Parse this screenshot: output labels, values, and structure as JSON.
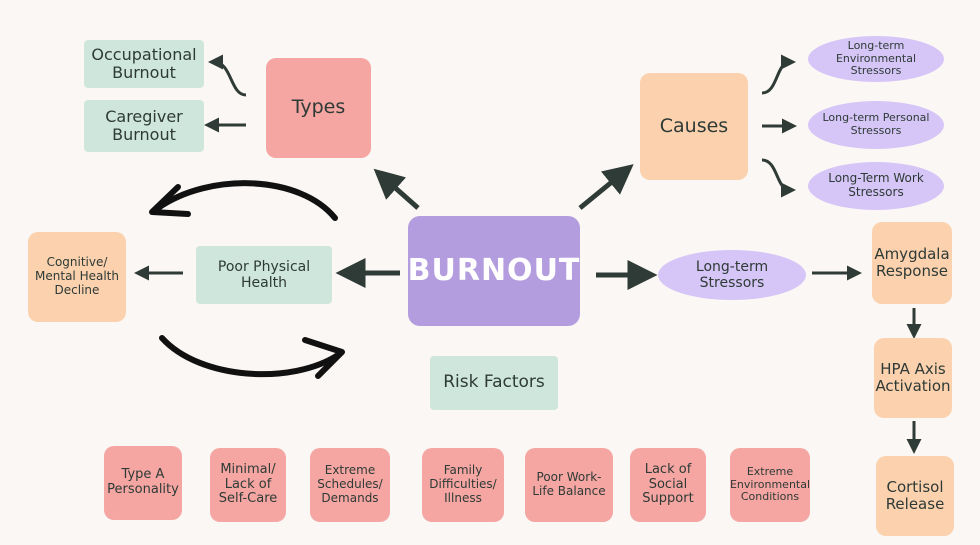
{
  "center": "BURNOUT",
  "types": {
    "label": "Types",
    "items": [
      "Occupational Burnout",
      "Caregiver Burnout"
    ]
  },
  "causes": {
    "label": "Causes",
    "items": [
      "Long-term Environmental Stressors",
      "Long-term Personal Stressors",
      "Long-Term Work Stressors"
    ]
  },
  "stress_path": {
    "stressors": "Long-term Stressors",
    "amygdala": "Amygdala Response",
    "hpa": "HPA Axis Activation",
    "cortisol": "Cortisol Release"
  },
  "cycle": {
    "physical": "Poor Physical Health",
    "mental": "Cognitive/ Mental Health Decline"
  },
  "risk_factors": {
    "label": "Risk Factors",
    "items": [
      "Type A Personality",
      "Minimal/ Lack of Self-Care",
      "Extreme Schedules/ Demands",
      "Family Difficulties/ Illness",
      "Poor Work-Life Balance",
      "Lack of Social Support",
      "Extreme Environmental Conditions"
    ]
  },
  "colors": {
    "mint": "#cfe6dc",
    "pink": "#f5a6a2",
    "peach": "#fbd1ae",
    "lavender": "#d5c6f7",
    "center": "#b39ddf",
    "arrow": "#2f3b36",
    "cycle_arrow": "#111111"
  }
}
